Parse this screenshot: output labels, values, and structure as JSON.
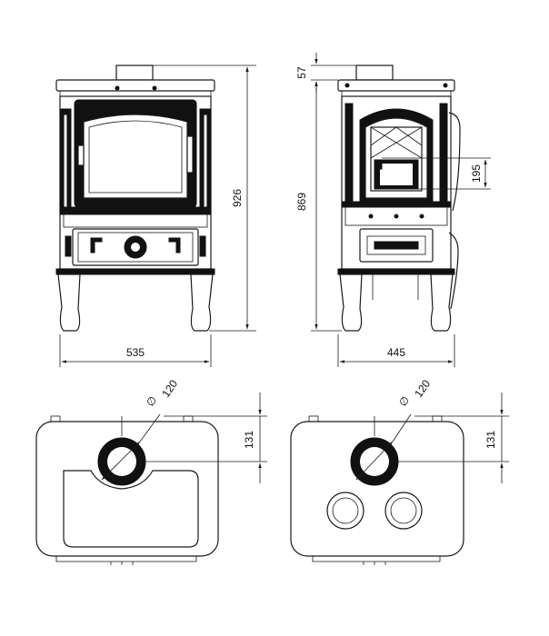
{
  "dimensions": {
    "front_width": "535",
    "total_height": "926",
    "side_depth": "445",
    "top_offset": "57",
    "body_height": "869",
    "door_offset": "195",
    "flue_diameter": "120",
    "flue_offset_left": "131",
    "flue_offset_right": "131"
  },
  "diameter_symbol": "∅",
  "colors": {
    "ink": "#1a1a1a",
    "fill": "#111111",
    "background": "#ffffff"
  }
}
